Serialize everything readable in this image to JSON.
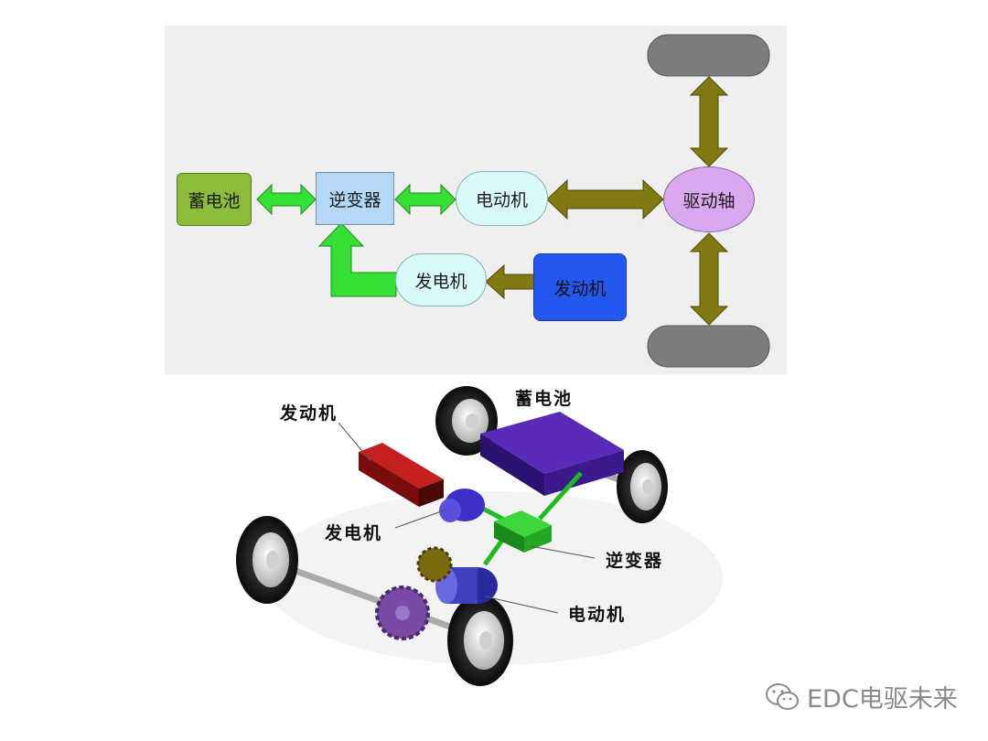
{
  "top_diagram": {
    "nodes": {
      "battery": "蓄电池",
      "inverter": "逆变器",
      "motor": "电动机",
      "axle": "驱动轴",
      "generator": "发电机",
      "engine": "发动机"
    }
  },
  "bottom_diagram": {
    "labels": {
      "engine": "发动机",
      "battery": "蓄电池",
      "generator": "发电机",
      "inverter": "逆变器",
      "motor": "电动机"
    }
  },
  "watermark": {
    "text": "EDC电驱未来"
  },
  "colors": {
    "green_arrow": "#33e033",
    "olive_arrow": "#807a10",
    "battery": "#8dbb3a",
    "inverter": "#b4d8f5",
    "motor": "#dafafa",
    "axle": "#d9a8ef",
    "engine": "#2457f0",
    "wheel": "#7d7d7d"
  }
}
